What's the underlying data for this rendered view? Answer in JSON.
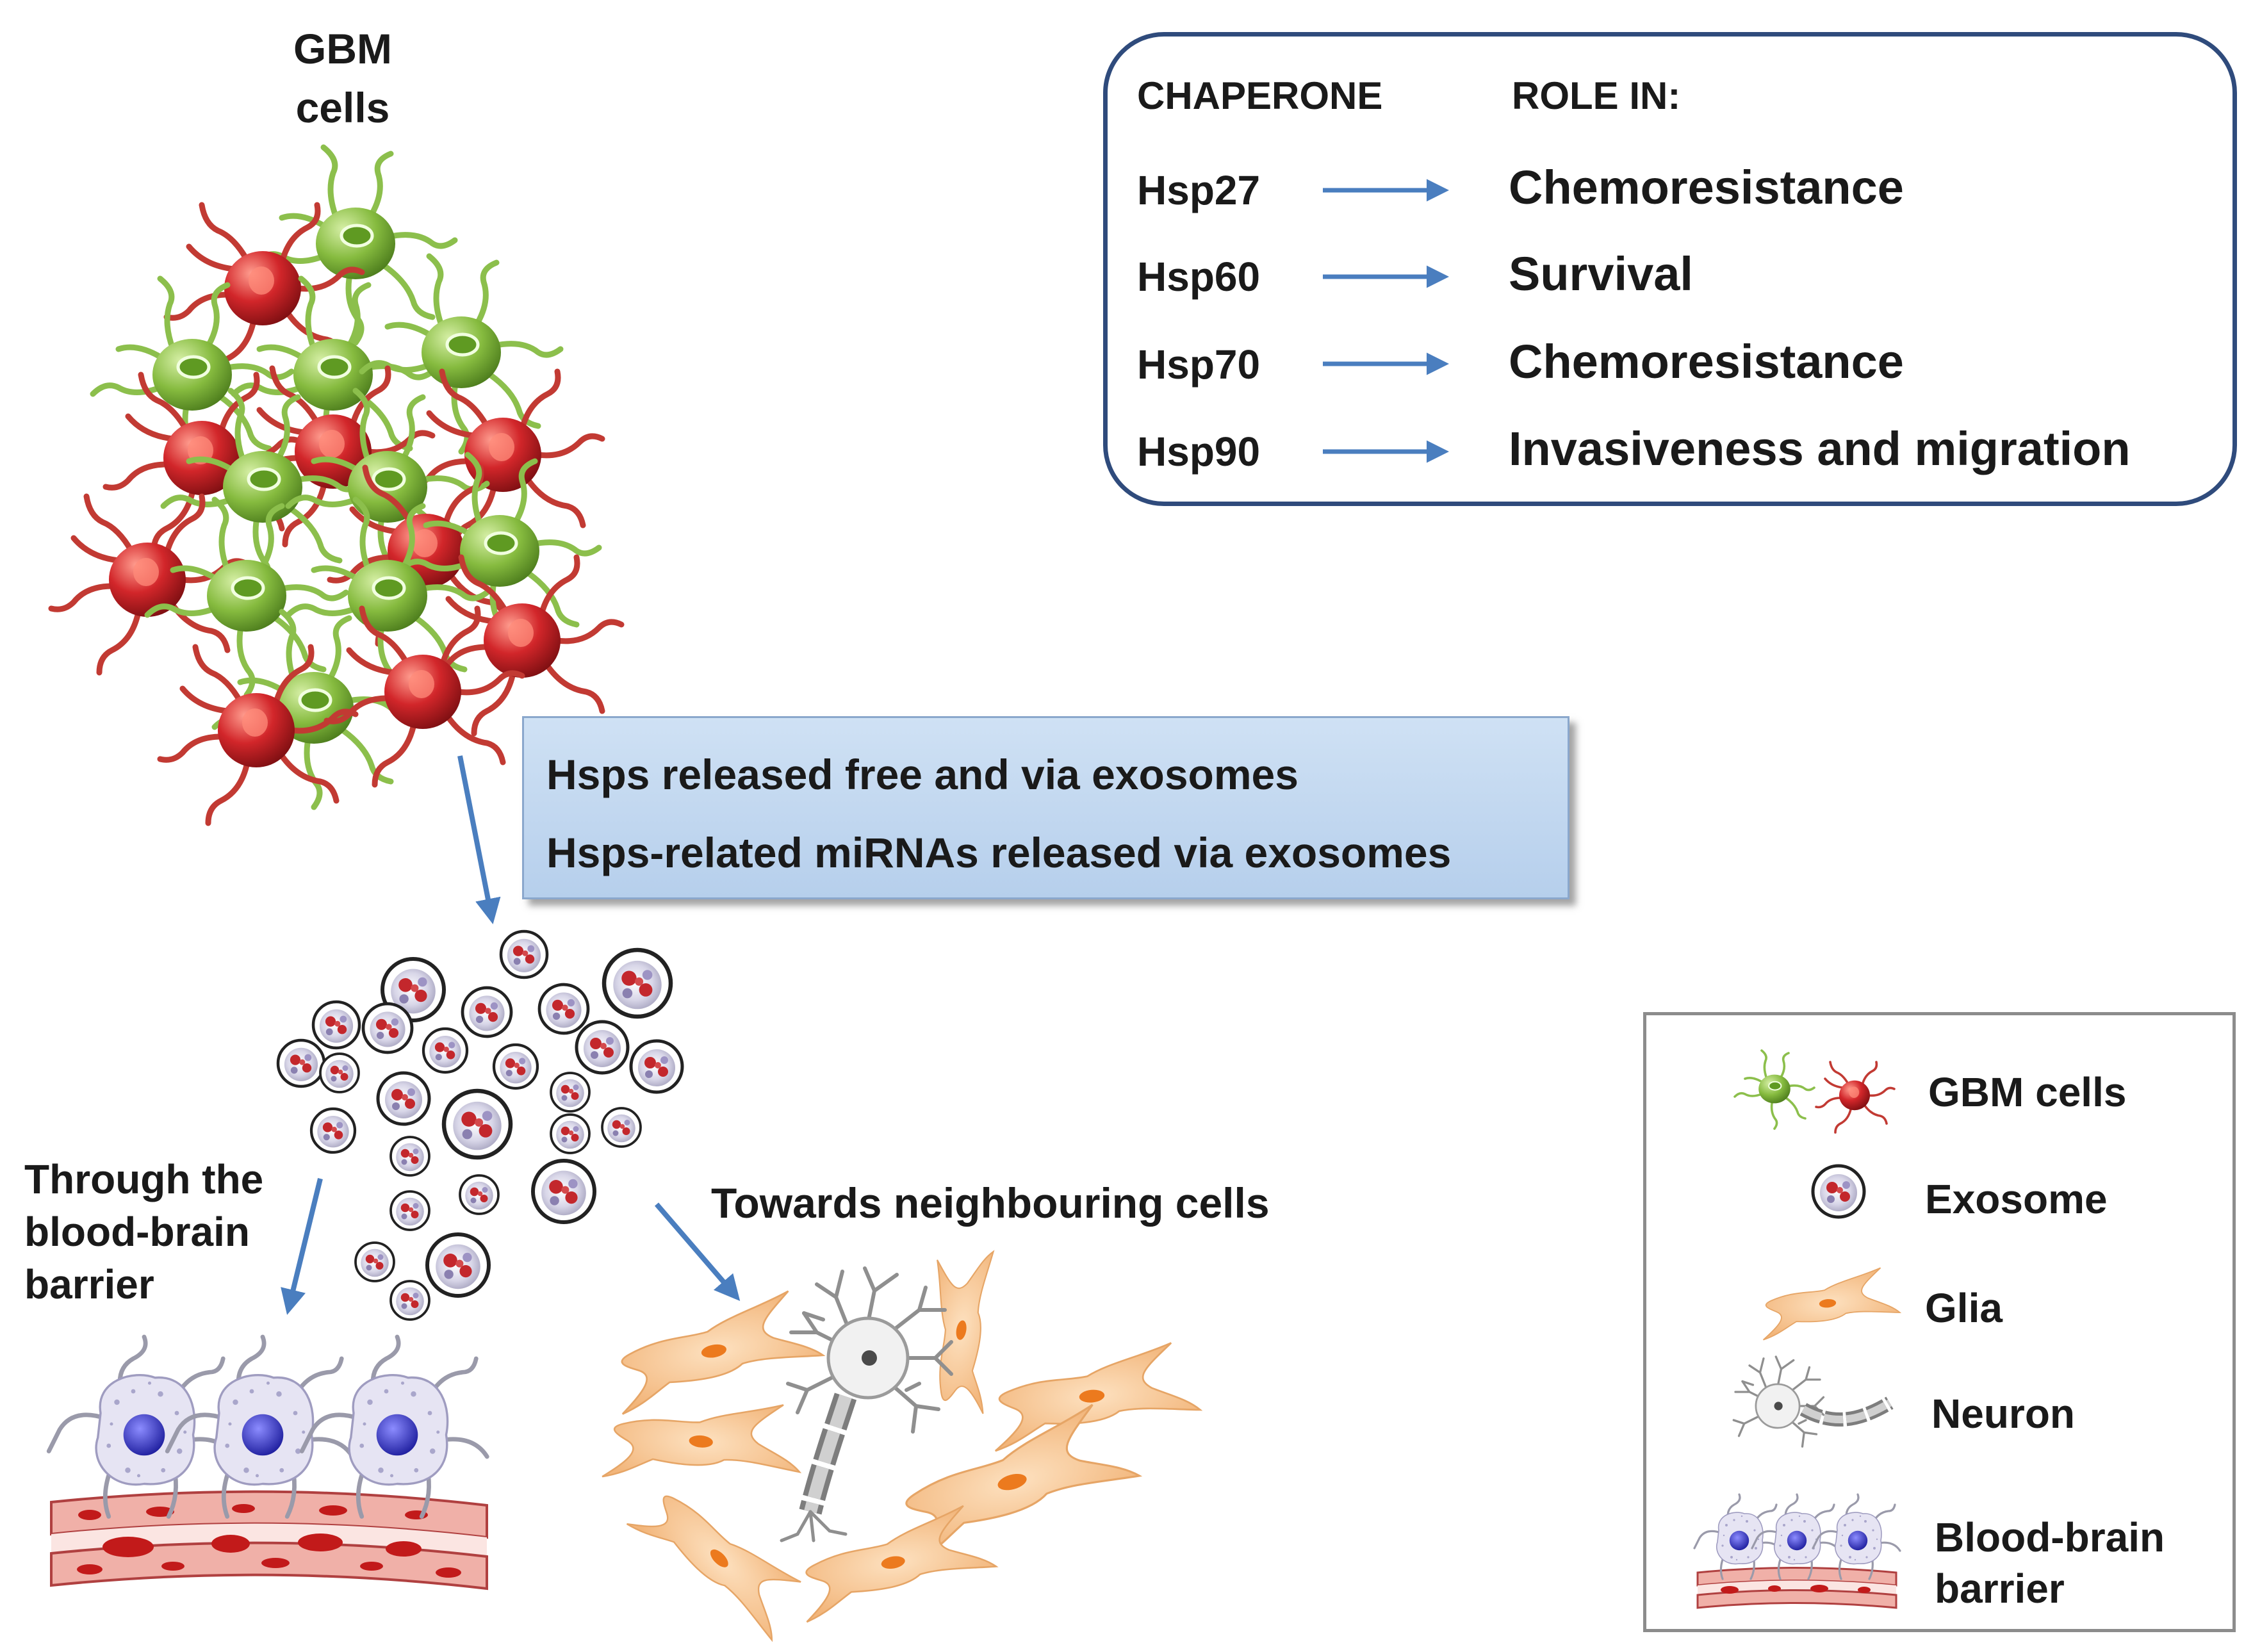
{
  "gbm_title": {
    "line1": "GBM",
    "line2": "cells"
  },
  "chaperone_table": {
    "header_chaperone": "CHAPERONE",
    "header_role": "ROLE  IN:",
    "rows": [
      {
        "chaperone": "Hsp27",
        "role": "Chemoresistance"
      },
      {
        "chaperone": "Hsp60",
        "role": "Survival"
      },
      {
        "chaperone": "Hsp70",
        "role": "Chemoresistance"
      },
      {
        "chaperone": "Hsp90",
        "role": "Invasiveness  and migration"
      }
    ]
  },
  "release_box": {
    "line1": "Hsps  released  free  and  via  exosomes",
    "line2": "Hsps-related  miRNAs  released  via  exosomes"
  },
  "labels": {
    "through_bbb": [
      "Through  the",
      "blood-brain",
      "barrier"
    ],
    "towards_cells": "Towards  neighbouring  cells"
  },
  "legend": {
    "gbm_cells": "GBM cells",
    "exosome": "Exosome",
    "glia": "Glia",
    "neuron": "Neuron",
    "bbb": [
      "Blood-brain",
      "barrier"
    ]
  },
  "colors": {
    "green_cell": "#7fb03a",
    "red_cell": "#c8262a",
    "arrow_blue": "#4a7ebf",
    "glia_orange": "#f7c58f",
    "vessel_red": "#d85a5a",
    "box_border": "#2f4b7c"
  }
}
